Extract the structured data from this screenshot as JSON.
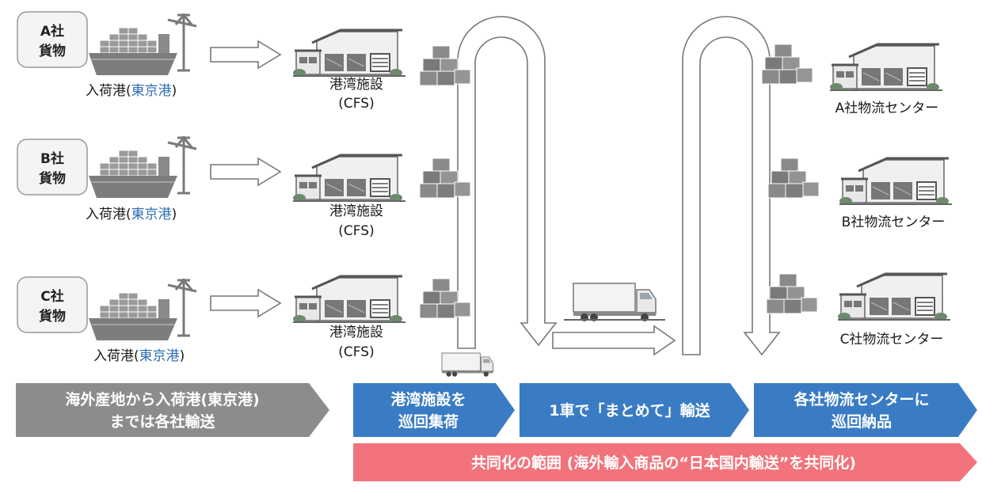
{
  "companies": [
    {
      "box_line1": "A社",
      "box_line2": "貨物",
      "port_prefix": "入荷港(",
      "port_name": "東京港",
      "port_suffix": ")",
      "cfs_line1": "港湾施設",
      "cfs_line2": "(CFS)",
      "center_label": "A社物流センター"
    },
    {
      "box_line1": "B社",
      "box_line2": "貨物",
      "port_prefix": "入荷港(",
      "port_name": "東京港",
      "port_suffix": ")",
      "cfs_line1": "港湾施設",
      "cfs_line2": "(CFS)",
      "center_label": "B社物流センター"
    },
    {
      "box_line1": "C社",
      "box_line2": "貨物",
      "port_prefix": "入荷港(",
      "port_name": "東京港",
      "port_suffix": ")",
      "cfs_line1": "港湾施設",
      "cfs_line2": "(CFS)",
      "center_label": "C社物流センター"
    }
  ],
  "stages": [
    {
      "line1": "海外産地から入荷港(東京港)",
      "line2": "までは各社輸送",
      "color": "#8c8c8c"
    },
    {
      "line1": "港湾施設を",
      "line2": "巡回集荷",
      "color": "#3a7cc4"
    },
    {
      "line1": "1車で「まとめて」輸送",
      "line2": "",
      "color": "#3a7cc4"
    },
    {
      "line1": "各社物流センターに",
      "line2": "巡回納品",
      "color": "#3a7cc4"
    }
  ],
  "scope_banner": "共同化の範囲 (海外輸入商品の“日本国内輸送”を共同化)",
  "colors": {
    "gray_band": "#8c8c8c",
    "blue_band": "#3a7cc4",
    "scope_band": "#f2737b",
    "port_blue": "#2e6db4"
  },
  "icons": [
    "cargo-ship-icon",
    "warehouse-icon",
    "cargo-boxes-icon",
    "truck-icon",
    "right-arrow-icon",
    "u-turn-path"
  ]
}
